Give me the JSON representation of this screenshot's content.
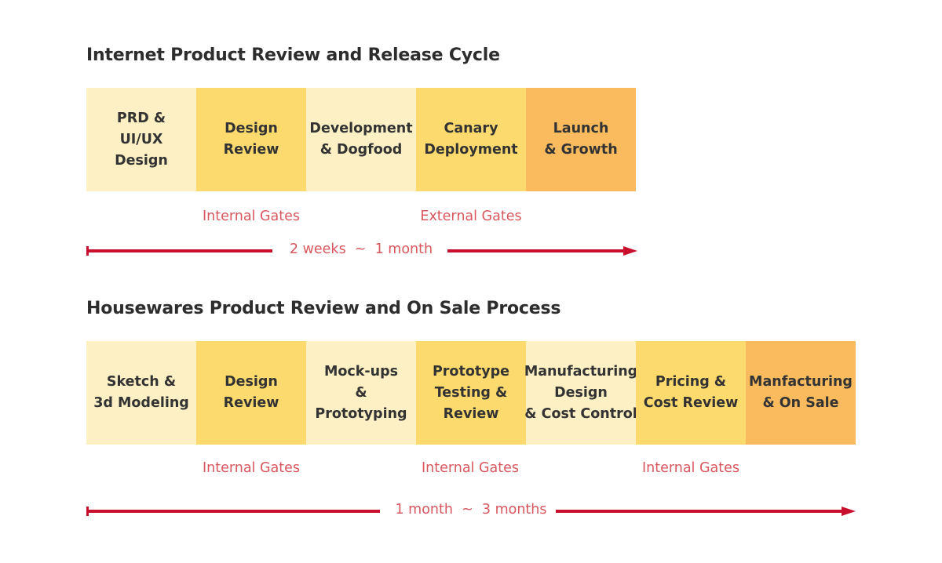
{
  "section1": {
    "title": "Internet Product Review and Release Cycle",
    "stages": [
      {
        "label": "PRD &\nUI/UX\nDesign",
        "shade": "light"
      },
      {
        "label": "Design\nReview",
        "shade": "mid"
      },
      {
        "label": "Development\n& Dogfood",
        "shade": "light"
      },
      {
        "label": "Canary\nDeployment",
        "shade": "mid"
      },
      {
        "label": "Launch\n& Growth",
        "shade": "dark"
      }
    ],
    "gates": [
      "Internal Gates",
      "External Gates"
    ],
    "duration": "2 weeks  ~  1 month"
  },
  "section2": {
    "title": "Housewares Product Review and On Sale Process",
    "stages": [
      {
        "label": "Sketch &\n3d Modeling",
        "shade": "light"
      },
      {
        "label": "Design\nReview",
        "shade": "mid"
      },
      {
        "label": "Mock-ups\n& Prototyping",
        "shade": "light"
      },
      {
        "label": "Prototype\nTesting &\nReview",
        "shade": "mid"
      },
      {
        "label": "Manufacturing\nDesign\n& Cost Control",
        "shade": "light"
      },
      {
        "label": "Pricing &\nCost Review",
        "shade": "mid"
      },
      {
        "label": "Manfacturing\n& On Sale",
        "shade": "dark"
      }
    ],
    "gates": [
      "Internal Gates",
      "Internal Gates",
      "Internal Gates"
    ],
    "duration": "1 month  ~  3 months"
  },
  "colors": {
    "light": "#fdf0c4",
    "mid": "#fdda6d",
    "dark": "#f9bb5e",
    "gate_text": "#d9575e",
    "arrow": "#c8102e",
    "title": "#2d2d2d"
  }
}
